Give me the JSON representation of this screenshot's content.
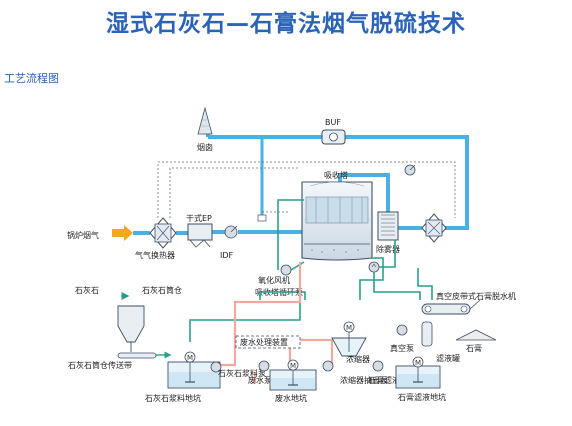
{
  "title": "湿式石灰石—石膏法烟气脱硫技术",
  "subtitle": "工艺流程图",
  "labels": {
    "chimney": "烟囱",
    "buf": "BUF",
    "boiler_flue_gas": "锅炉烟气",
    "gas_gas_heater": "气气换热器",
    "dry_ep": "干式EP",
    "idf": "IDF",
    "absorber": "吸收塔",
    "oxidation_fan": "氧化风机",
    "absorber_recirc_pump": "吸收塔循环泵",
    "demister": "除雾器",
    "limestone": "石灰石",
    "limestone_silo": "石灰石筒仓",
    "silo_conveyor": "石灰石筒仓传送带",
    "limestone_slurry_pit": "石灰石浆料地坑",
    "limestone_slurry_pump": "石灰石浆料泵",
    "wastewater_plant": "废水处理装置",
    "wastewater_pump": "废水泵",
    "wastewater_pit": "废水地坑",
    "thickener": "浓缩器",
    "thickener_pump": "浓缩器抽出泵",
    "gypsum_filtrate_pump": "石膏滤液泵",
    "filtrate_pit": "石膏滤液地坑",
    "vacuum_pump": "真空泵",
    "belt_filter": "真空皮带式石膏脱水机",
    "gypsum": "石膏",
    "filtrate_tank": "滤液罐"
  },
  "colors": {
    "title": "#2a63b8",
    "flue_gas_pipe": "#49b0e3",
    "water_pipe": "#2aa08a",
    "slurry_pipe": "#f0a9a0",
    "inlet_arrow": "#f5a623"
  }
}
